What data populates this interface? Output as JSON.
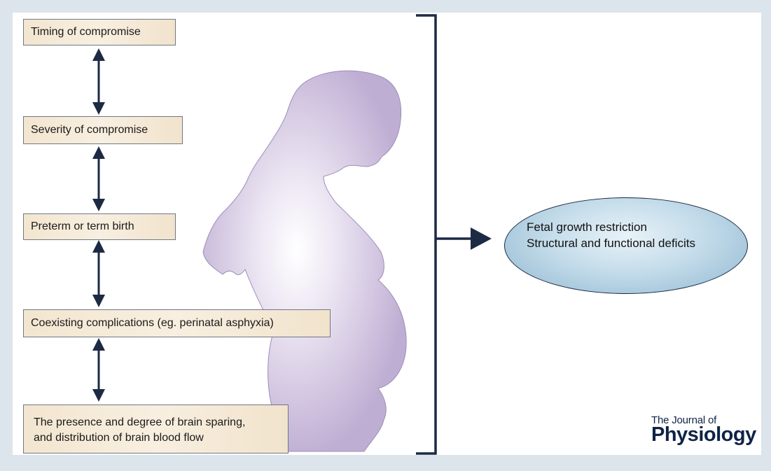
{
  "factors": [
    {
      "id": "timing",
      "label": "Timing of compromise"
    },
    {
      "id": "severity",
      "label": "Severity of compromise"
    },
    {
      "id": "birth",
      "label": "Preterm or term birth"
    },
    {
      "id": "complications",
      "label": "Coexisting complications (eg. perinatal asphyxia)"
    },
    {
      "id": "brain_sparing",
      "lines": [
        "The presence and degree of brain sparing,",
        "and distribution of brain blood flow"
      ]
    }
  ],
  "outcome": {
    "lines": [
      "Fetal growth restriction",
      "Structural and functional deficits"
    ]
  },
  "journal": {
    "prefix": "The Journal of",
    "name": "Physiology"
  },
  "colors": {
    "background": "#dce4ec",
    "box_fill": "#f3e6d0",
    "arrow": "#1c2a44",
    "silhouette": "#c6b6d8",
    "ellipse": "#a9c9dd",
    "journal_text": "#0f2347"
  }
}
